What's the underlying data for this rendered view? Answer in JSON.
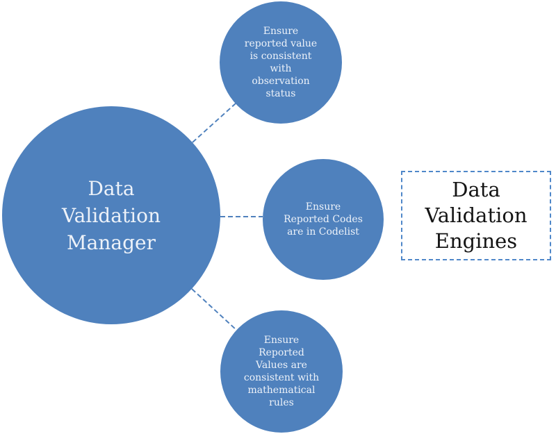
{
  "diagram": {
    "manager_node": {
      "label": "Data\nValidation\nManager"
    },
    "task_nodes": [
      {
        "id": "observation-status",
        "label": "Ensure\nreported value\nis consistent\nwith\nobservation\nstatus"
      },
      {
        "id": "codelist",
        "label": "Ensure\nReported Codes\nare in Codelist"
      },
      {
        "id": "mathematical-rules",
        "label": "Ensure\nReported\nValues are\nconsistent with\nmathematical\nrules"
      }
    ],
    "engines_node": {
      "label": "Data\nValidation\nEngines"
    },
    "colors": {
      "circle_fill": "#4F81BD",
      "circle_text": "#EDF2F9",
      "connector_stroke": "#4F81BD",
      "engines_border": "#4F87C9",
      "engines_text": "#141414",
      "background": "#FFFFFF"
    }
  }
}
